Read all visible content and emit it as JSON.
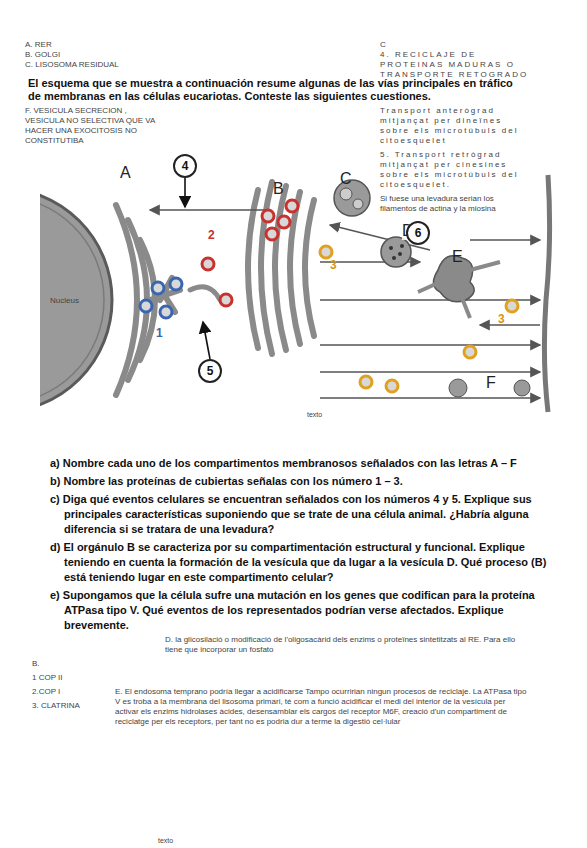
{
  "diagram": {
    "title": "El esquema que se muestra a continuación resume algunas de las vías principales en tráfico de membranas en las células eucariotas. Conteste las siguientes cuestiones.",
    "nodes": [
      {
        "text": [
          "4"
        ]
      },
      {
        "text": [
          "5"
        ]
      },
      {
        "text": [
          "6"
        ]
      }
    ],
    "labels": [
      "A. RER",
      "B. GOLGI",
      "C. LISOSOMA RESIDUAL",
      "F. VESICULA SECRECION , VESICULA NO SELECTIVA QUE VA HACER UNA EXOCITOSIS NO CONSTITUTIBA",
      "C",
      "4. RECICLAJE DE PROTEINAS MADURAS O TRANSPORTE RETOGRADO",
      "Transport anterògrad mitjançat per dineïnes sobre els microtúbuls del citoesquelet",
      "5. Transport retrògrad mitjançat per cinesines sobre els microtúbuls del citoesquelet.",
      "Si fuese una levadura serian los filamentos de actina y la miosina",
      "A",
      "B",
      "C",
      "D",
      "E",
      "F",
      "2",
      "1",
      "3",
      "3",
      "Nucleus",
      "texto",
      "a) Nombre cada uno de los compartimentos membranosos señalados con las letras A – F",
      "b) Nombre  las proteínas de cubiertas señalas con los número 1 – 3.",
      "c) Diga qué eventos celulares se encuentran señalados con los números 4 y 5. Explique sus principales características suponiendo que se trate de una célula animal. ¿Habría alguna diferencia si se tratara de una levadura?",
      "d) El orgánulo B se caracteriza por su compartimentación estructural y funcional. Explique teniendo en cuenta la formación de la vesícula que da lugar a la vesícula D. Qué proceso (B) está teniendo lugar en este compartimento celular?",
      "e) Supongamos que la célula sufre una mutación en los genes que codifican para la proteína ATPasa tipo V. Qué eventos de los representados podrían verse afectados. Explique brevemente.",
      "D. la glicosilació o modificació de l'oligosacàrid dels enzims o proteïnes sintetitzats al RE. Para ello tiene que incorporar un fosfato",
      "B.",
      "1 COP II",
      "2.COP I",
      "3. CLATRINA",
      "E. El endosoma temprano podría llegar a acidificarse Tampo ocurririan ningun procesos de reciclaje. La ATPasa tipo V es troba a la membrana del lisosoma primari, té com a funció acidificar el medi del interior de la vesícula per activar els enzims hidrolases àcides, desensamblar els cargos del receptor M6F, creació d'un compartiment de reciclatge per els receptors, per tant no es podria dur a terme la digestió cel·lular",
      "texto"
    ]
  }
}
